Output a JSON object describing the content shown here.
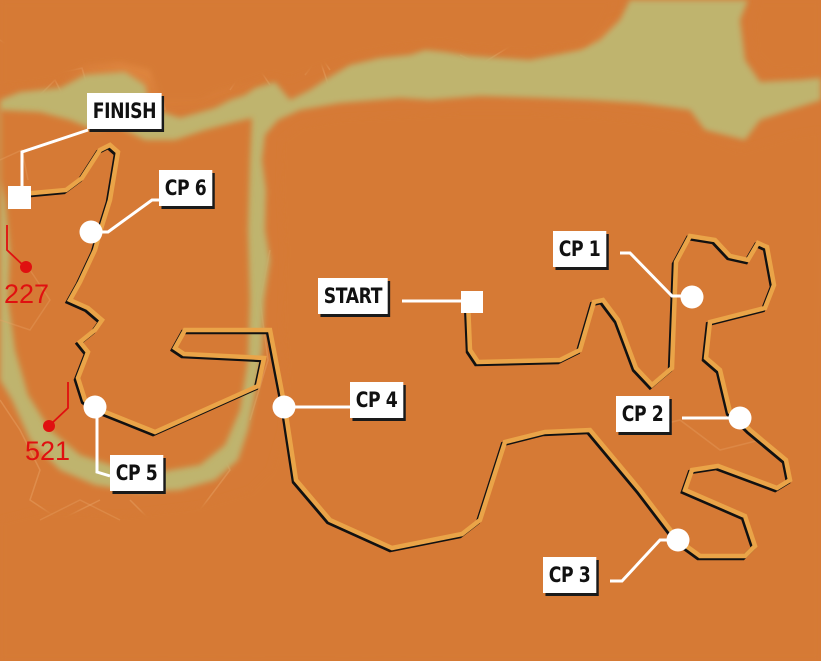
{
  "map": {
    "title": "Rally stage route map",
    "colors": {
      "terrain": "#d67a36",
      "terrain_light": "#e39a55",
      "river": "#bfb46e",
      "route_fill": "#eaa448",
      "route_shadow": "#111111",
      "checkpoint": "#ffffff",
      "marker": "#e01010"
    },
    "start": {
      "label": "START",
      "icon": "square-marker-icon"
    },
    "finish": {
      "label": "FINISH",
      "icon": "square-marker-icon"
    },
    "checkpoints": [
      {
        "id": "cp1",
        "label": "CP 1",
        "icon": "circle-marker-icon"
      },
      {
        "id": "cp2",
        "label": "CP 2",
        "icon": "circle-marker-icon"
      },
      {
        "id": "cp3",
        "label": "CP 3",
        "icon": "circle-marker-icon"
      },
      {
        "id": "cp4",
        "label": "CP 4",
        "icon": "circle-marker-icon"
      },
      {
        "id": "cp5",
        "label": "CP 5",
        "icon": "circle-marker-icon"
      },
      {
        "id": "cp6",
        "label": "CP 6",
        "icon": "circle-marker-icon"
      }
    ],
    "annotations": [
      {
        "id": "marker-227",
        "value": "227",
        "icon": "red-dot-icon"
      },
      {
        "id": "marker-521",
        "value": "521",
        "icon": "red-dot-icon"
      }
    ]
  }
}
